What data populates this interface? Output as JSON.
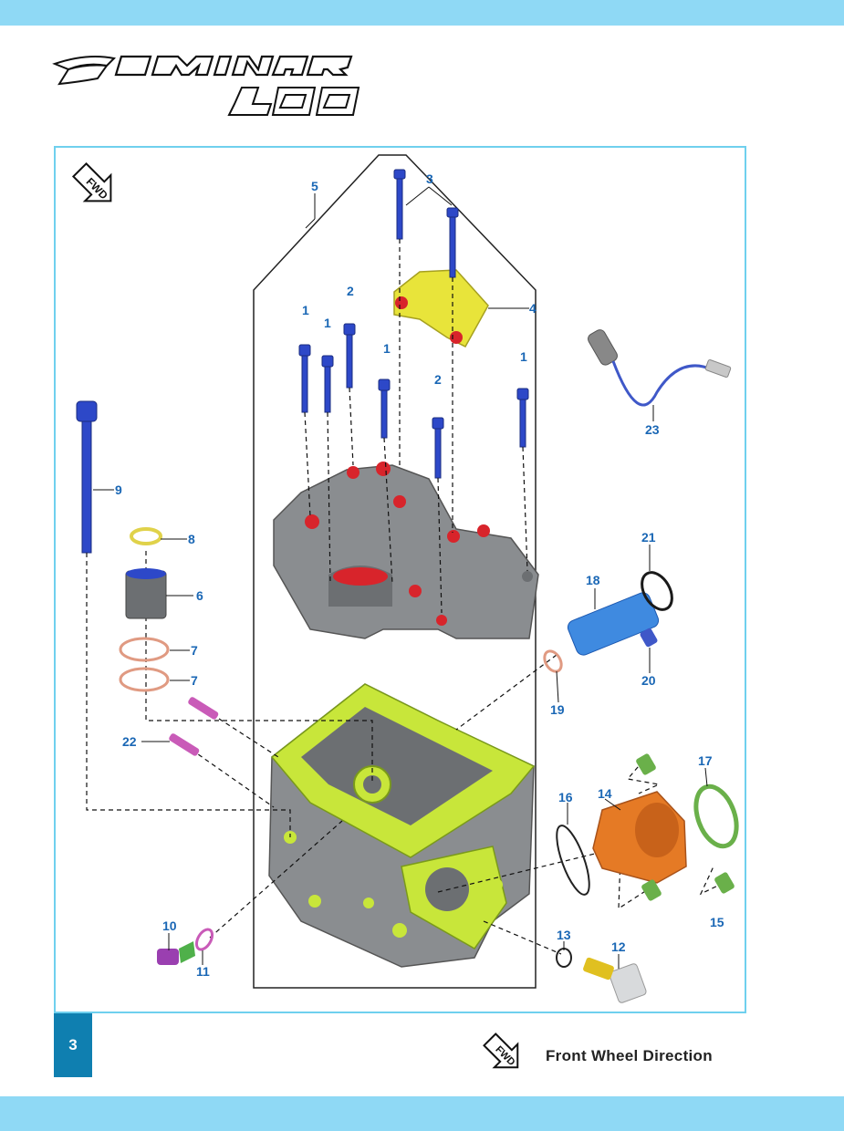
{
  "brand": {
    "logo_text": "DOMINAR",
    "logo_subtext": "400"
  },
  "fwd_icon_label": "FWD",
  "page_number": "3",
  "legend": {
    "icon_label": "FWD",
    "text": "Front Wheel Direction"
  },
  "callouts": {
    "c1a": "1",
    "c1b": "1",
    "c1c": "1",
    "c1d": "1",
    "c2a": "2",
    "c2b": "2",
    "c3": "3",
    "c4": "4",
    "c5": "5",
    "c6": "6",
    "c7a": "7",
    "c7b": "7",
    "c8": "8",
    "c9": "9",
    "c10": "10",
    "c11": "11",
    "c12": "12",
    "c13": "13",
    "c14": "14",
    "c15": "15",
    "c16": "16",
    "c17": "17",
    "c18": "18",
    "c19": "19",
    "c20": "20",
    "c21": "21",
    "c22": "22",
    "c23": "23"
  },
  "colors": {
    "accent_bar": "#8fd9f5",
    "frame": "#6fd0ee",
    "callout": "#1a67b5",
    "bolt": "#2d48c8",
    "head_green": "#c8e63a",
    "casting_gray": "#8a8d90",
    "cap_red": "#d8242b",
    "orange": "#e57a25",
    "pink": "#c95bb8",
    "copper": "#e09a82"
  }
}
